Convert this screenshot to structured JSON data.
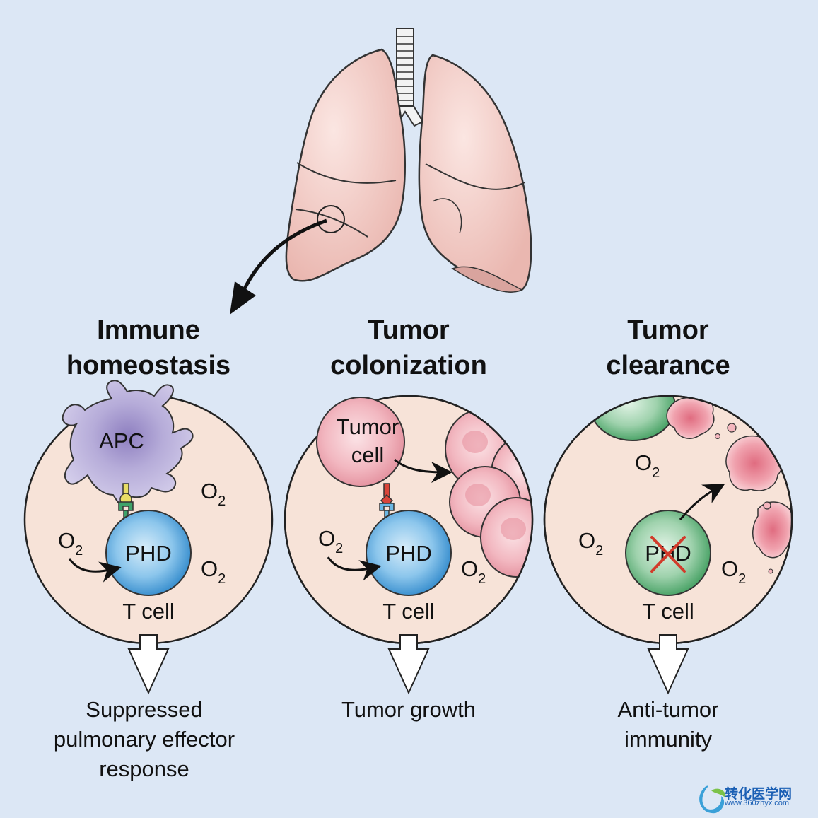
{
  "panels": [
    {
      "title": [
        "Immune",
        "homeostasis"
      ],
      "partner_label": "APC",
      "oxygen": "O",
      "oxygen_sub": "2",
      "enzyme_label": "PHD",
      "tcell_label": "T cell",
      "outcome": [
        "Suppressed",
        "pulmonary effector",
        "response"
      ]
    },
    {
      "title": [
        "Tumor",
        "colonization"
      ],
      "partner_label": [
        "Tumor",
        "cell"
      ],
      "oxygen": "O",
      "oxygen_sub": "2",
      "enzyme_label": "PHD",
      "tcell_label": "T cell",
      "outcome": [
        "Tumor growth"
      ]
    },
    {
      "title": [
        "Tumor",
        "clearance"
      ],
      "oxygen": "O",
      "oxygen_sub": "2",
      "enzyme_label": "PHD",
      "tcell_label": "T cell",
      "outcome": [
        "Anti-tumor",
        "immunity"
      ]
    }
  ],
  "watermark": {
    "main": "转化医学网",
    "sub": "www.360zhyx.com"
  },
  "colors": {
    "background": "#dce7f5",
    "circle_fill": "#f7e3d8",
    "tcell_blue": "#4da3dc",
    "tcell_green": "#5fb37a",
    "apc_purple": "#9b8fc6",
    "tumor_pink": "#e8909e",
    "lung_pink": "#f4cfc9",
    "inhibit_red": "#d23b2b"
  }
}
